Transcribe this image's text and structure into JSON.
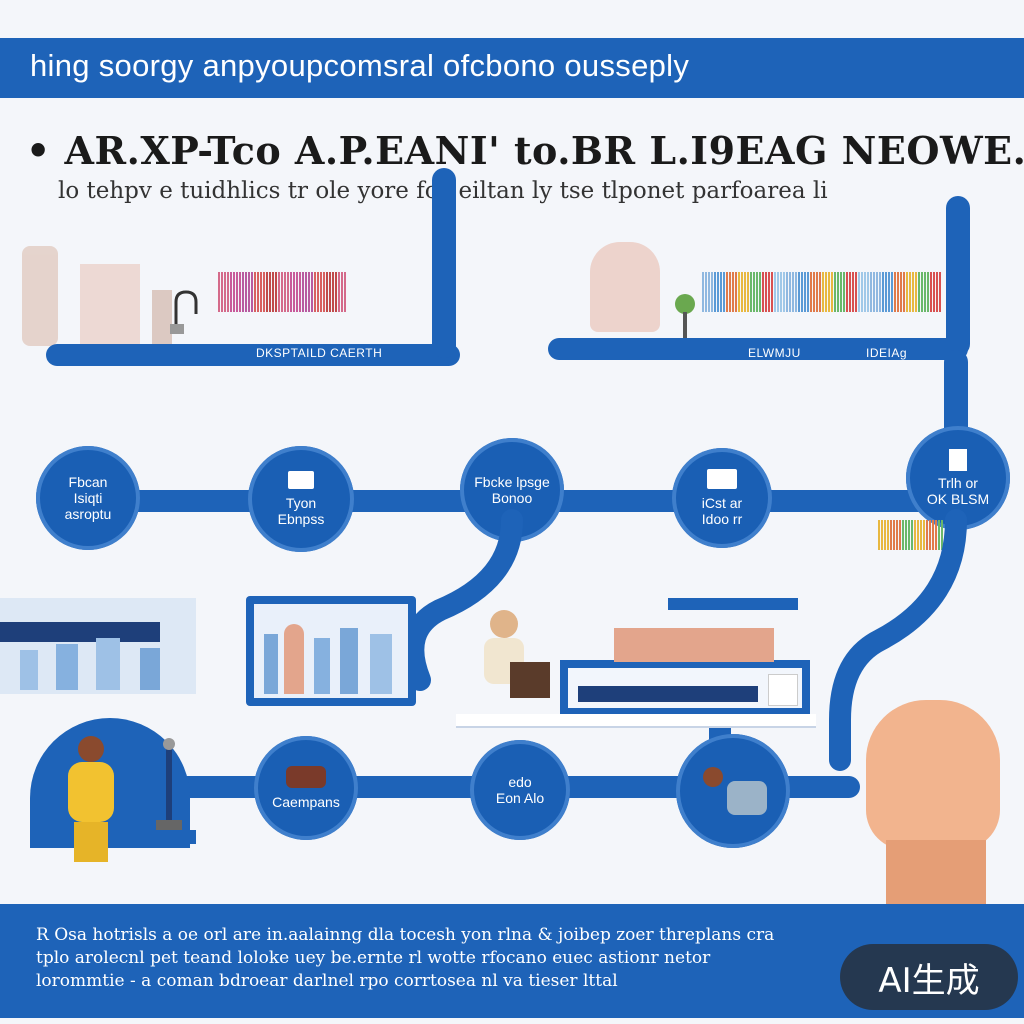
{
  "banner": {
    "title": "hing soorgy anpyoupcomsral ofcbono ousseply"
  },
  "headline": {
    "text": "AR.XP-Tco A.P.EANI' to.BR L.I9EAG NEOWE.",
    "subtext": "lo tehpv e tuidhlics tr ole yore fce eiltan ly tse tlponet parfoarea li"
  },
  "captions": {
    "left": "DKSPTAILD CAERTH",
    "right_a": "ELWMJU",
    "right_b": "IDEIAg"
  },
  "nodes_top": [
    {
      "label": "Fbcan\nIsiqti\nasroptu"
    },
    {
      "label": "Tyon\nEbnpss"
    },
    {
      "label": "Fbcke lpsge\nBonoo"
    },
    {
      "label": "iCst ar\nIdoo rr"
    },
    {
      "label": "Trlh or\nOK BLSM"
    }
  ],
  "nodes_bottom": [
    {
      "label": ""
    },
    {
      "label": "Caempans"
    },
    {
      "label": "edo\nEon Alo"
    },
    {
      "label": ""
    }
  ],
  "footer": {
    "text": "R Osa hotrisls a oe orl are in.aalainng dla tocesh yon rlna & joibep zoer threplans cra tplo arolecnl pet teand loloke uey be.ernte rl wotte rfocano euec astionr netor lorommtie - a coman bdroear darlnel rpo corrtosea nl va tieser lttal"
  },
  "badge": {
    "text": "AI生成"
  },
  "colors": {
    "primary_blue": "#1e63b8",
    "background": "#f4f6fa"
  }
}
